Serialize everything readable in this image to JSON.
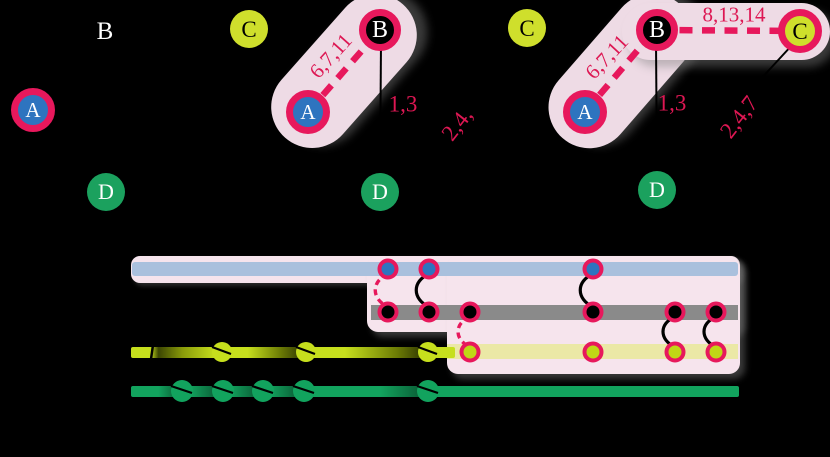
{
  "figure": {
    "description": "Temporal network: three graph snapshots of nodes A,B,C,D with a growing highlighted community, above a four-line timeline with edge events"
  },
  "colors": {
    "accent_crimson": "#e7185c",
    "label_red": "#dd1753",
    "capsule_pink": "#eedbe5",
    "timeline_pink": "#f6e4ed",
    "node_A_blue": "#2e74bf",
    "node_B_black": "#000000",
    "node_C_yellow": "#cfdf2c",
    "node_D_green": "#1ba15e",
    "band_A_blue": "#a9c0dd",
    "band_B_gray": "#8a8a8a",
    "band_C_paleyellow": "#ebe8a6",
    "ribbon_C_yellow": "#c6df1d",
    "ribbon_D_green": "#12a35e"
  },
  "graphs": [
    {
      "name": "snapshot-1",
      "highlighted": [
        "A"
      ],
      "nodes": {
        "A": "A",
        "B": "B",
        "C": "C",
        "D": "D"
      },
      "edge_labels": {}
    },
    {
      "name": "snapshot-2",
      "highlighted": [
        "A",
        "B"
      ],
      "nodes": {
        "A": "A",
        "B": "B",
        "C": "C",
        "D": "D"
      },
      "edge_labels": {
        "ab": "6,7,11",
        "bd": "1,3",
        "cd": "2,4,"
      }
    },
    {
      "name": "snapshot-3",
      "highlighted": [
        "A",
        "B",
        "C"
      ],
      "nodes": {
        "A": "A",
        "B": "B",
        "C": "C",
        "D": "D"
      },
      "edge_labels": {
        "ab": "6,7,11",
        "bc": "8,13,14",
        "bd": "1,3",
        "cd": "2,4,7"
      }
    }
  ],
  "timeline": {
    "lines": [
      {
        "node": "A",
        "style": "pale blue band inside pink highlight"
      },
      {
        "node": "B",
        "style": "gray band inside pink highlight, black elsewhere"
      },
      {
        "node": "C",
        "style": "yellow ribbon, pale yellow band inside pink highlight"
      },
      {
        "node": "D",
        "style": "green ribbon"
      }
    ],
    "edge_events": [
      {
        "edge": "A-B",
        "times": [
          6,
          7,
          11
        ],
        "marks": "vertical arcs between blue and gray lines"
      },
      {
        "edge": "B-C",
        "times": [
          8,
          13,
          14
        ],
        "marks": "vertical arcs between gray and yellow lines"
      },
      {
        "edge": "B-D",
        "times": [
          1,
          3
        ],
        "marks": "knots on D ribbon"
      },
      {
        "edge": "C-D",
        "times": [
          2,
          4,
          7
        ],
        "marks": "knots on C and D ribbons"
      }
    ],
    "dashed_arcs_at": [
      6,
      8
    ],
    "solid_arcs_at": [
      7,
      11,
      13,
      14
    ]
  }
}
